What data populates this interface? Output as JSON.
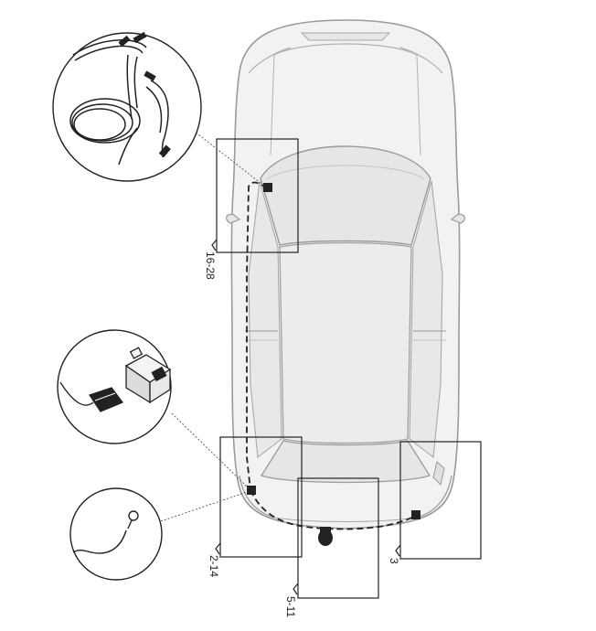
{
  "labels": {
    "front_dash": "16-28",
    "rear_left": "2-14",
    "rear_center": "5-11",
    "rear_right": "3"
  },
  "colors": {
    "line": "#222222",
    "car_fill": "#f2f2f2",
    "car_stroke": "#9a9a9a",
    "glass": "#e6e6e6"
  }
}
